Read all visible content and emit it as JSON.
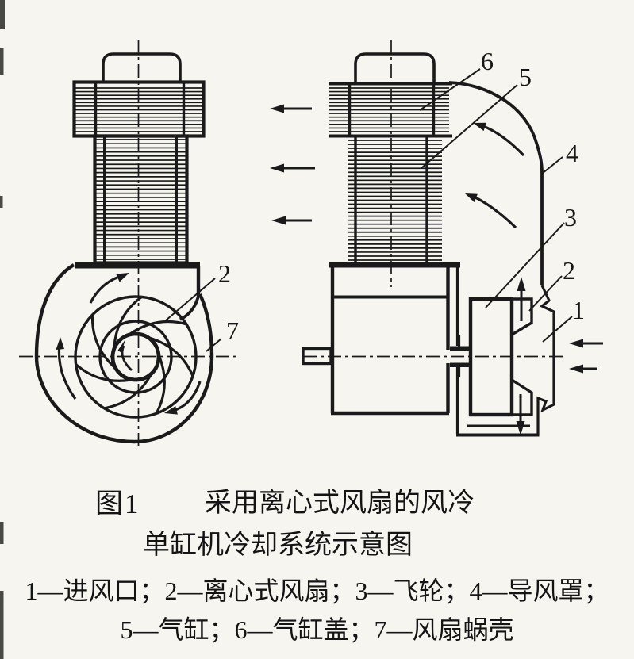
{
  "figure": {
    "figure_label": "图1",
    "title_line_1": "采用离心式风扇的风冷",
    "title_line_2": "单缸机冷却系统示意图",
    "legend_line_1": "1—进风口；2—离心式风扇；3—飞轮；4—导风罩；",
    "legend_line_2": "5—气缸；6—气缸盖；7—风扇蜗壳"
  },
  "part_labels": {
    "left_view_fan": "2",
    "left_view_volute": "7",
    "right_view_inlet": "1",
    "right_view_fan": "2",
    "right_view_flywheel": "3",
    "right_view_shroud": "4",
    "right_view_cylinder": "5",
    "right_view_head": "6"
  },
  "colors": {
    "ink": "#1a1a1a",
    "paper": "#f7f5ef"
  }
}
